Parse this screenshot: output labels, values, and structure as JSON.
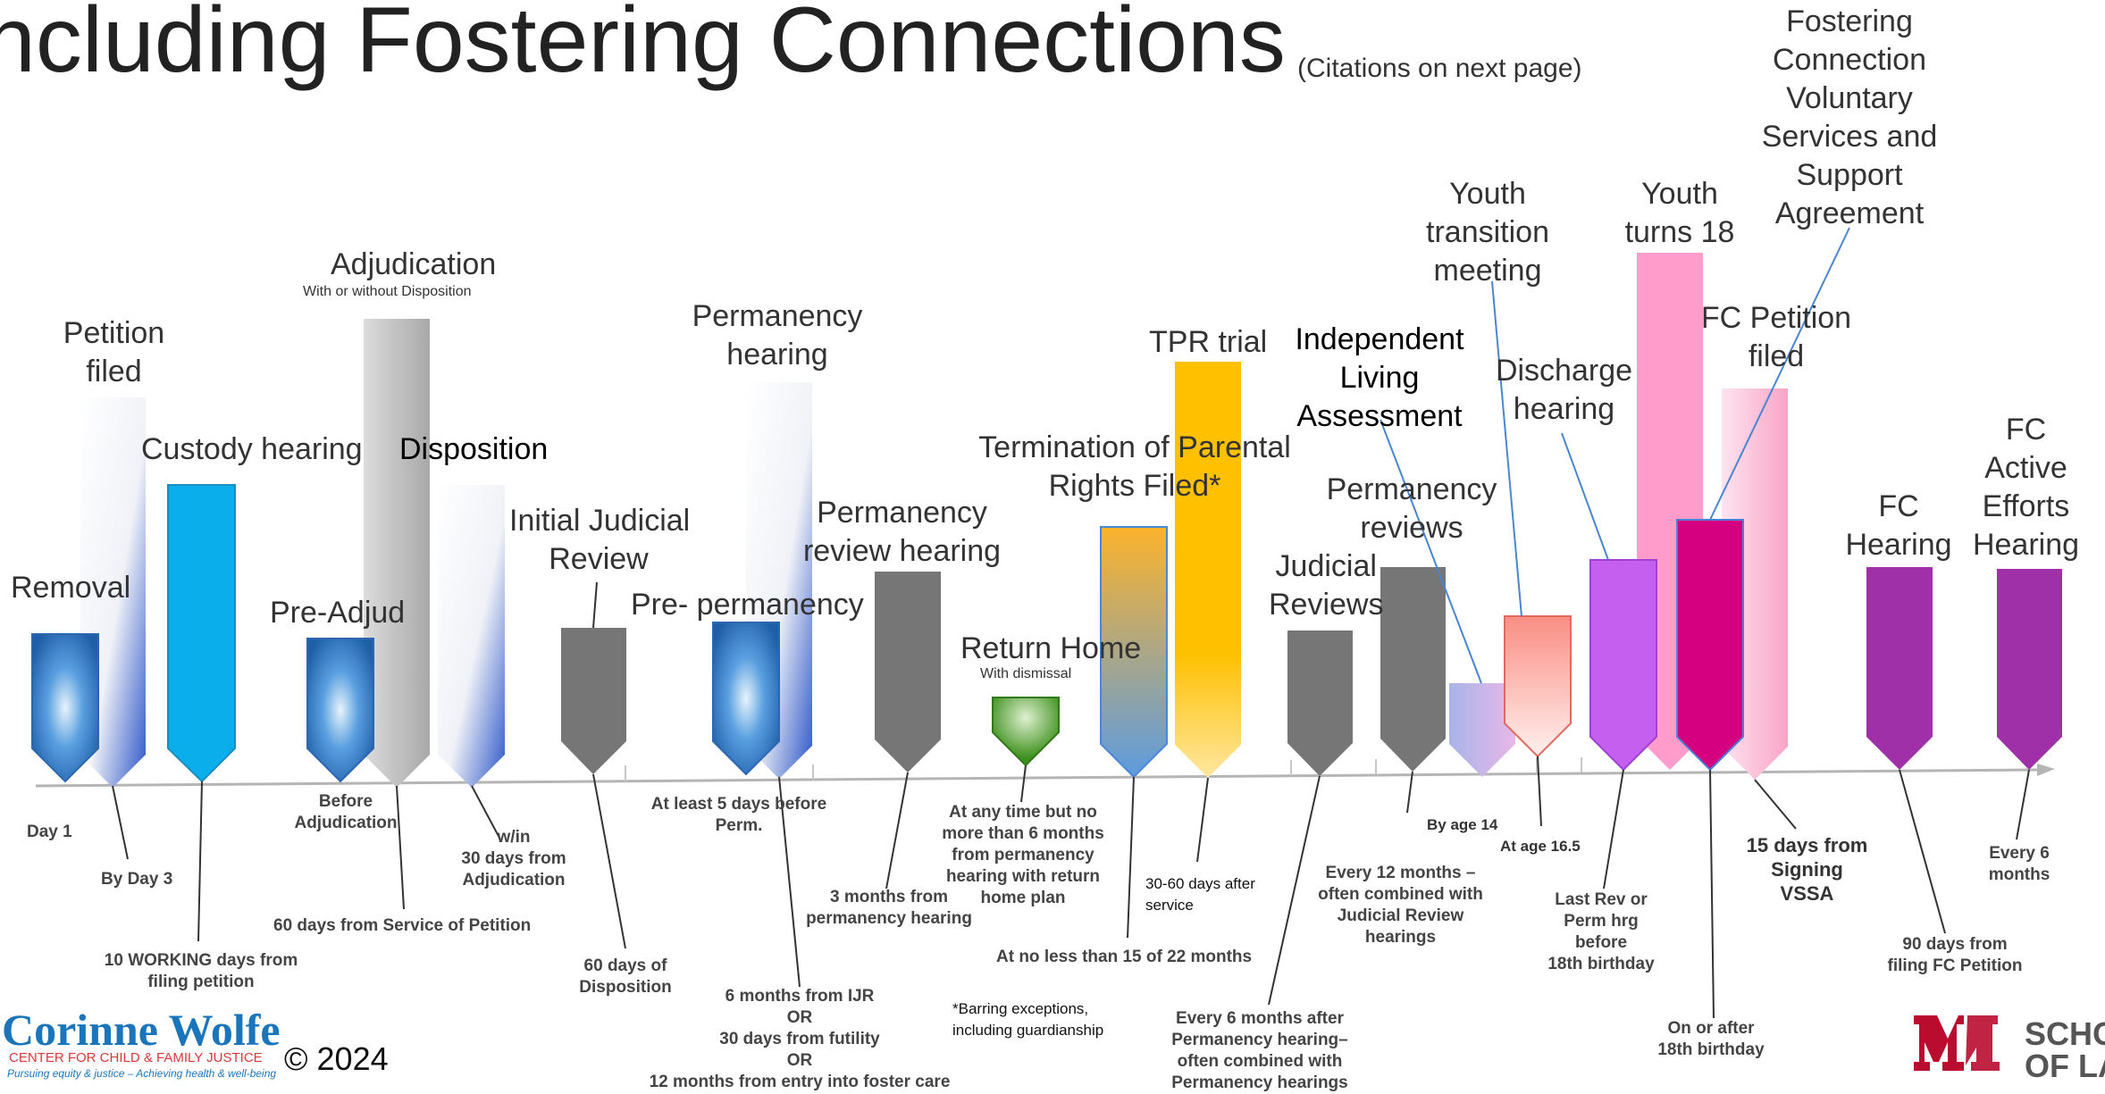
{
  "title": "ncluding Fostering Connections",
  "citation": "(Citations on next page)",
  "events": {
    "removal": "Removal",
    "petition_filed": [
      "Petition",
      "filed"
    ],
    "custody_hearing": "Custody hearing",
    "adjudication": "Adjudication",
    "adjudication_sub": "With or without Disposition",
    "disposition": "Disposition",
    "pre_adjud": "Pre-Adjud",
    "initial_judicial_review": [
      "Initial Judicial",
      "Review"
    ],
    "permanency_hearing": [
      "Permanency",
      "hearing"
    ],
    "pre_permanency": "Pre- permanency",
    "permanency_review_hearing": [
      "Permanency",
      "review hearing"
    ],
    "return_home": "Return Home",
    "return_home_sub": "With dismissal",
    "termination_filed": [
      "Termination of Parental",
      "Rights Filed*"
    ],
    "tpr_trial": "TPR trial",
    "independent_living": [
      "Independent",
      "Living",
      "Assessment"
    ],
    "judicial_reviews": [
      "Judicial",
      "Reviews"
    ],
    "permanency_reviews": [
      "Permanency",
      "reviews"
    ],
    "youth_transition": [
      "Youth",
      "transition",
      "meeting"
    ],
    "discharge_hearing": [
      "Discharge",
      "hearing"
    ],
    "youth_turns_18": [
      "Youth",
      "turns 18"
    ],
    "fc_petition_filed": [
      "FC Petition",
      "filed"
    ],
    "fostering_connection": [
      "Fostering",
      "Connection",
      "Voluntary",
      "Services and",
      "Support",
      "Agreement"
    ],
    "fc_hearing": [
      "FC",
      "Hearing"
    ],
    "fc_active_efforts": [
      "FC",
      "Active",
      "Efforts",
      "Hearing"
    ]
  },
  "notes": {
    "day1": "Day 1",
    "by_day3": "By Day 3",
    "ten_working": [
      "10 WORKING days from",
      "filing petition"
    ],
    "before_adjud": [
      "Before",
      "Adjudication"
    ],
    "sixty_service": "60 days from Service of Petition",
    "win_30": [
      "w/in",
      "30 days from",
      "Adjudication"
    ],
    "sixty_disposition": [
      "60 days of",
      "Disposition"
    ],
    "at_least_5": [
      "At least 5 days before",
      "Perm."
    ],
    "six_months_ijr": [
      "6 months from IJR",
      "OR",
      "30 days from futility",
      "OR",
      "12 months from entry into foster care"
    ],
    "three_months": [
      "3 months from",
      "permanency hearing"
    ],
    "any_time": [
      "At any time but no",
      "more than 6 months",
      "from permanency",
      "hearing with return",
      "home plan"
    ],
    "barring": [
      "*Barring exceptions,",
      "including guardianship"
    ],
    "no_less_15": "At no less than 15 of 22 months",
    "thirty_sixty": [
      "30-60 days after",
      "service"
    ],
    "every_6_perm": [
      "Every 6 months after",
      "Permanency hearing–",
      "often combined with",
      "Permanency hearings"
    ],
    "every_12": [
      "Every 12 months –",
      "often combined with",
      "Judicial Review",
      "hearings"
    ],
    "by_age_14": "By age 14",
    "at_age_165": "At age 16.5",
    "last_rev": [
      "Last Rev or",
      "Perm hrg",
      "before",
      "18th birthday"
    ],
    "on_or_after": [
      "On or after",
      "18th birthday"
    ],
    "fifteen_days": [
      "15 days from",
      "Signing",
      "VSSA"
    ],
    "ninety_days": [
      "90 days from",
      "filing FC Petition"
    ],
    "every_6_months": [
      "Every 6",
      "months"
    ]
  },
  "branding": {
    "org_name": "Corinne Wolfe",
    "org_sub": "CENTER FOR CHILD & FAMILY JUSTICE",
    "org_tagline": "Pursuing equity & justice – Achieving health & well-being",
    "copyright": "© 2024",
    "school_line1": "SCHO",
    "school_line2": "OF LA"
  },
  "colors": {
    "blue_bright": "#0aaeea",
    "gray_bar": "#767676",
    "yellow": "#ffbf00",
    "green": "#3b8f1b",
    "pink_light": "#ff9ccc",
    "magenta": "#d4007f",
    "violet": "#c55ff0",
    "purple": "#a030a8"
  }
}
